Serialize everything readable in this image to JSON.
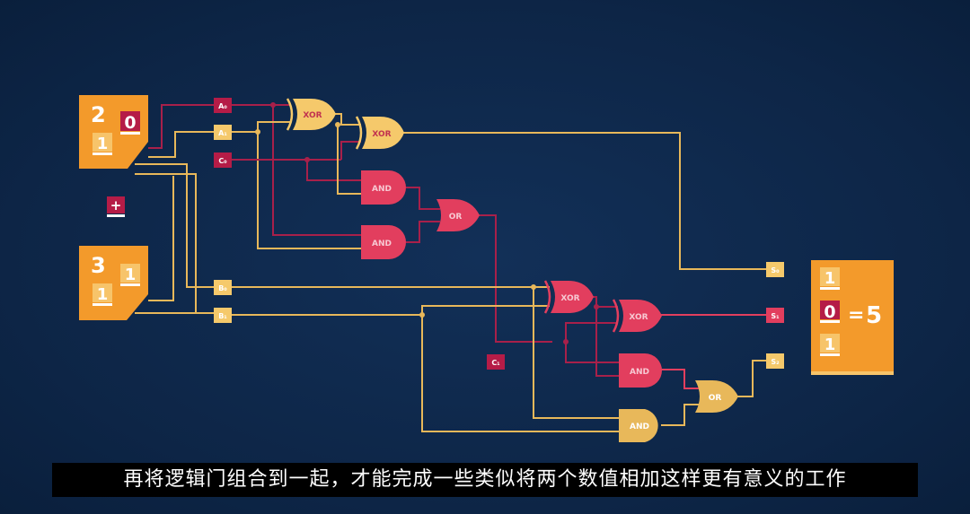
{
  "input_a": {
    "decimal": "2",
    "bits": [
      "0",
      "1"
    ]
  },
  "input_b": {
    "decimal": "3",
    "bits": [
      "1",
      "1"
    ]
  },
  "operator": "+",
  "signals": {
    "a0": "A₀",
    "a1": "A₁",
    "c0": "C₀",
    "b0": "B₀",
    "b1": "B₁",
    "c1": "C₁",
    "s0": "S₀",
    "s1": "S₁",
    "s2": "S₂"
  },
  "gates": {
    "xor1": "XOR",
    "xor2": "XOR",
    "and1": "AND",
    "and2": "AND",
    "or1": "OR",
    "xor3": "XOR",
    "xor4": "XOR",
    "and3": "AND",
    "and4": "AND",
    "or2": "OR"
  },
  "output": {
    "bits": [
      "1",
      "0",
      "1"
    ],
    "equals": "=",
    "result": "5"
  },
  "subtitle": "再将逻辑门组合到一起，才能完成一些类似将两个数值相加这样更有意义的工作",
  "colors": {
    "background": "#0f2a4d",
    "orange": "#f39a2b",
    "red": "#e23e5e",
    "yellow": "#f5c96b",
    "crimson": "#b51c47"
  }
}
